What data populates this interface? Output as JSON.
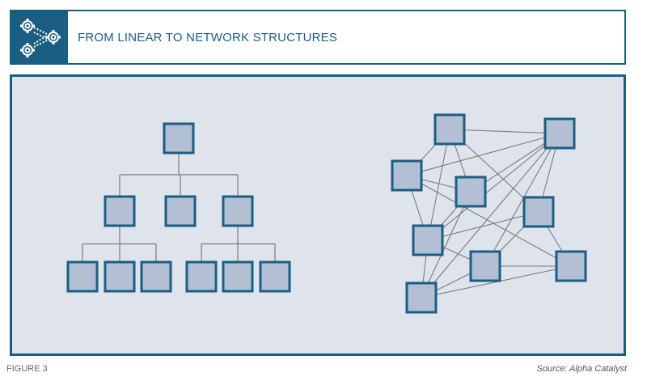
{
  "header": {
    "title": "FROM LINEAR TO NETWORK STRUCTURES",
    "icon": "gears-network-icon"
  },
  "colors": {
    "brand": "#1b5e84",
    "panel_bg": "#dfe3ec",
    "node_fill": "#b3c0d4",
    "edge": "#7a7a7a"
  },
  "diagram": {
    "linear": {
      "label": "hierarchy",
      "nodes": [
        "root",
        "a",
        "b",
        "c",
        "a1",
        "a2",
        "a3",
        "c1",
        "c2",
        "c3"
      ],
      "edges": [
        [
          "root",
          "a"
        ],
        [
          "root",
          "b"
        ],
        [
          "root",
          "c"
        ],
        [
          "a",
          "a1"
        ],
        [
          "a",
          "a2"
        ],
        [
          "a",
          "a3"
        ],
        [
          "c",
          "c1"
        ],
        [
          "c",
          "c2"
        ],
        [
          "c",
          "c3"
        ]
      ]
    },
    "network": {
      "label": "network",
      "nodes": [
        "n1",
        "n2",
        "n3",
        "n4",
        "n5",
        "n6",
        "n7",
        "n8",
        "n9"
      ],
      "edges": [
        [
          "n1",
          "n2"
        ],
        [
          "n1",
          "n3"
        ],
        [
          "n1",
          "n4"
        ],
        [
          "n1",
          "n6"
        ],
        [
          "n1",
          "n5"
        ],
        [
          "n3",
          "n2"
        ],
        [
          "n3",
          "n4"
        ],
        [
          "n3",
          "n6"
        ],
        [
          "n3",
          "n8"
        ],
        [
          "n4",
          "n2"
        ],
        [
          "n4",
          "n6"
        ],
        [
          "n4",
          "n9"
        ],
        [
          "n2",
          "n6"
        ],
        [
          "n2",
          "n7"
        ],
        [
          "n2",
          "n9"
        ],
        [
          "n2",
          "n5"
        ],
        [
          "n5",
          "n6"
        ],
        [
          "n5",
          "n7"
        ],
        [
          "n5",
          "n8"
        ],
        [
          "n6",
          "n7"
        ],
        [
          "n6",
          "n9"
        ],
        [
          "n7",
          "n8"
        ],
        [
          "n7",
          "n9"
        ],
        [
          "n9",
          "n8"
        ]
      ]
    }
  },
  "footer": {
    "figure_label": "FIGURE 3",
    "source": "Source: Alpha Catalyst"
  }
}
